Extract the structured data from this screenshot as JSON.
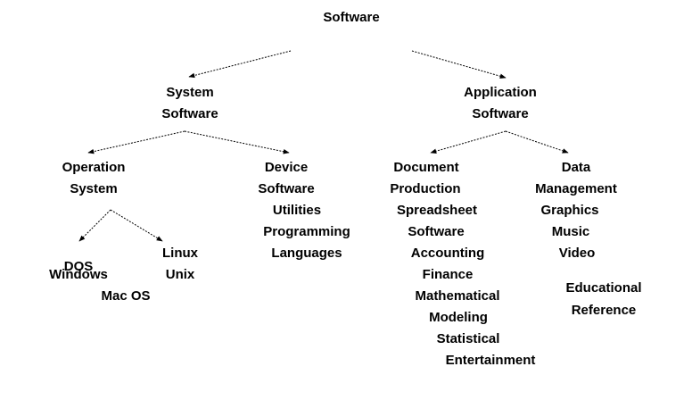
{
  "diagram": {
    "root": "Software",
    "system": {
      "title_line1": "System",
      "title_line2": "Software"
    },
    "application": {
      "title_line1": "Application",
      "title_line2": "Software"
    },
    "operation": {
      "title_line1": "Operation",
      "title_line2": "System"
    },
    "device": {
      "title_line1": "Device",
      "title_line2": "Software"
    },
    "utilities": "Utilities",
    "programming": {
      "line1": "Programming",
      "line2": "Languages"
    },
    "os": {
      "dos": "DOS",
      "windows": "Windows",
      "mac": "Mac OS",
      "linux": "Linux",
      "unix": "Unix"
    },
    "document": {
      "line1": "Document",
      "line2": "Production"
    },
    "spreadsheet": {
      "line1": "Spreadsheet",
      "line2": "Software"
    },
    "accounting": {
      "line1": "Accounting",
      "line2": "Finance"
    },
    "mathematical": {
      "line1": "Mathematical",
      "line2": "Modeling"
    },
    "statistical": "Statistical",
    "entertainment": "Entertainment",
    "data": {
      "line1": "Data",
      "line2": "Management"
    },
    "graphics": "Graphics",
    "music": "Music",
    "video": "Video",
    "educational": {
      "line1": "Educational",
      "line2": "Reference"
    },
    "colors": {
      "text": "#000000",
      "edge": "#000000",
      "background": "#ffffff"
    }
  }
}
